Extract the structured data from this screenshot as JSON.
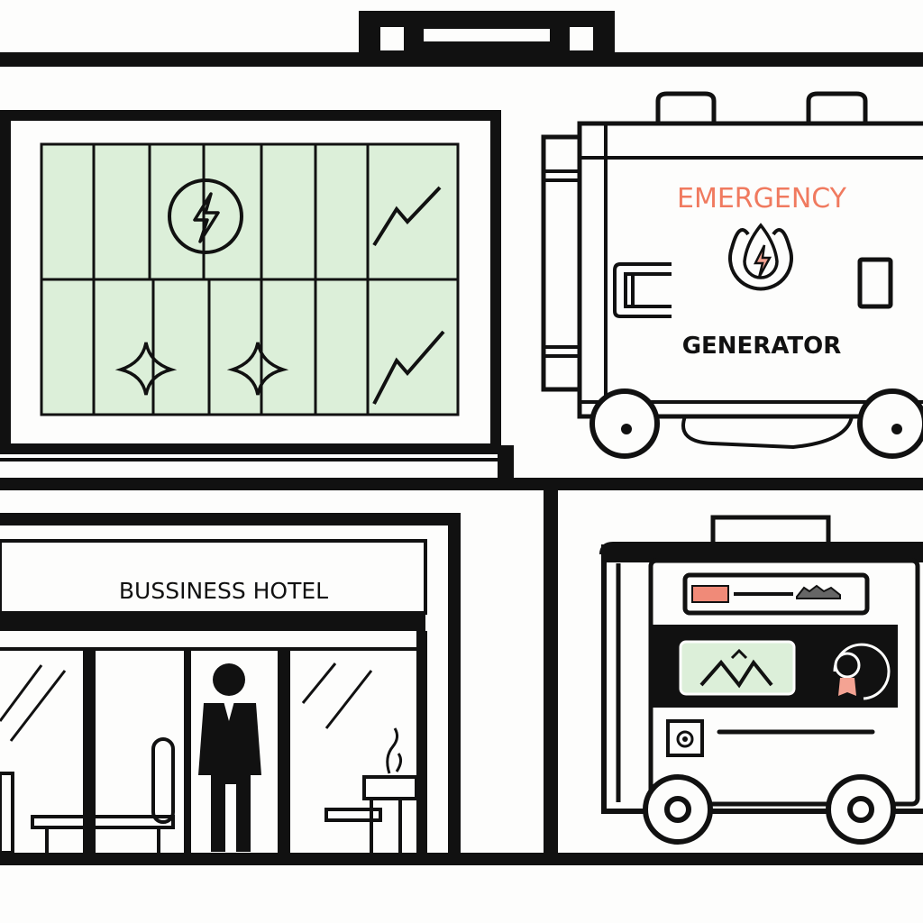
{
  "generator_top": {
    "title_line1": "EMERGENCY",
    "title_line2": "GENERATOR"
  },
  "hotel": {
    "sign": "BUSSINESS HOTEL"
  },
  "colors": {
    "ink": "#111111",
    "accent": "#f07a5f",
    "panel_green": "#dcefd9",
    "background": "#fdfdfc"
  }
}
